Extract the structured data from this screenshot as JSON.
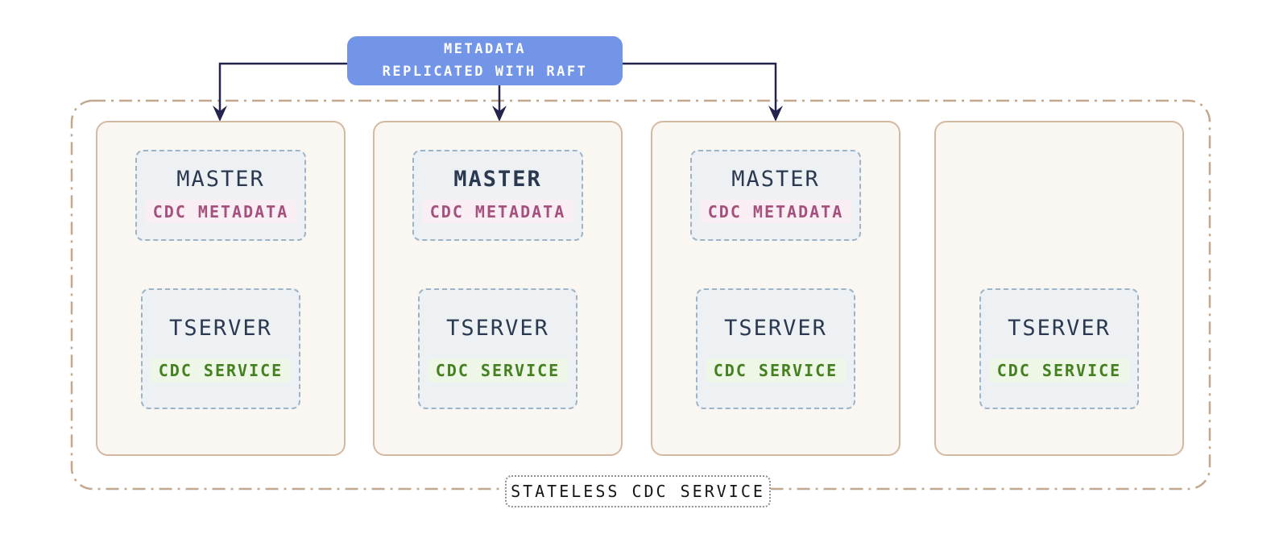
{
  "banner": {
    "line1": "METADATA",
    "line2": "REPLICATED WITH RAFT"
  },
  "cluster_label": "STATELESS CDC SERVICE",
  "nodes": [
    {
      "master_label": "MASTER",
      "master_badge": "CDC METADATA",
      "tserver_label": "TSERVER",
      "tserver_badge": "CDC SERVICE",
      "leader": false
    },
    {
      "master_label": "MASTER",
      "master_badge": "CDC METADATA",
      "tserver_label": "TSERVER",
      "tserver_badge": "CDC SERVICE",
      "leader": true
    },
    {
      "master_label": "MASTER",
      "master_badge": "CDC METADATA",
      "tserver_label": "TSERVER",
      "tserver_badge": "CDC SERVICE",
      "leader": false
    },
    {
      "tserver_label": "TSERVER",
      "tserver_badge": "CDC SERVICE",
      "leader": false
    }
  ],
  "colors": {
    "banner_bg": "#7295e8",
    "banner_text": "#ffffff",
    "arrow": "#24244f",
    "outer_boundary_border": "#c2a88e",
    "node_bg": "#faf7f2",
    "node_border": "#d4b9a1",
    "inner_box_bg": "#edf1f4",
    "inner_box_border": "#9db3c6",
    "role_text": "#2b3950",
    "metadata_badge_text": "#a5517d",
    "metadata_badge_bg": "#f8eef4",
    "service_badge_text": "#44801f",
    "service_badge_bg": "#eef7e7",
    "cluster_label_text": "#151515",
    "cluster_label_border": "#8f8f8f"
  }
}
